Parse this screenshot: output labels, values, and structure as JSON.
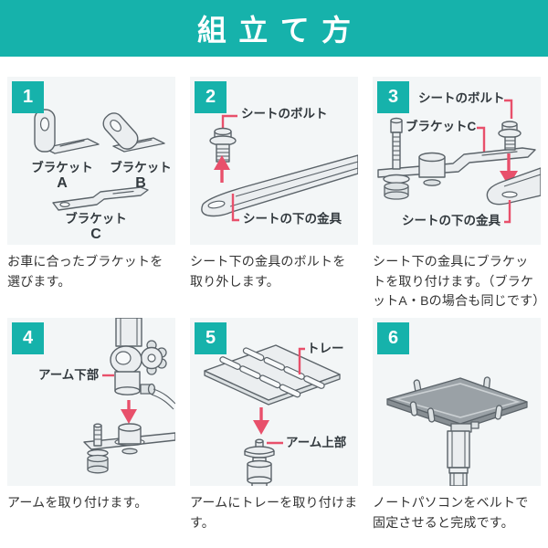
{
  "header": {
    "title": "組立て方"
  },
  "colors": {
    "teal": "#16b2ab",
    "red": "#e8506b",
    "panel": "#f3f6f7",
    "ink": "#32393e",
    "caption": "#333333"
  },
  "steps": [
    {
      "number": "1",
      "caption": "お車に合ったブラケットを選びます。",
      "labels": {
        "bracket_a": "ブラケット",
        "bracket_a_letter": "A",
        "bracket_b": "ブラケット",
        "bracket_b_letter": "B",
        "bracket_c": "ブラケット",
        "bracket_c_letter": "C"
      }
    },
    {
      "number": "2",
      "caption": "シート下の金具のボルトを取り外します。",
      "labels": {
        "seat_bolt": "シートのボルト",
        "seat_fitting": "シートの下の金具"
      }
    },
    {
      "number": "3",
      "caption": "シート下の金具にブラケットを取り付けます。（ブラケットA・Bの場合も同じです）",
      "labels": {
        "seat_bolt": "シートのボルト",
        "bracket_c": "ブラケットC",
        "seat_fitting": "シートの下の金具"
      }
    },
    {
      "number": "4",
      "caption": "アームを取り付けます。",
      "labels": {
        "arm_lower": "アーム下部"
      }
    },
    {
      "number": "5",
      "caption": "アームにトレーを取り付けます。",
      "labels": {
        "tray": "トレー",
        "arm_upper": "アーム上部"
      }
    },
    {
      "number": "6",
      "caption": "ノートパソコンをベルトで固定させると完成です。",
      "labels": {}
    }
  ]
}
